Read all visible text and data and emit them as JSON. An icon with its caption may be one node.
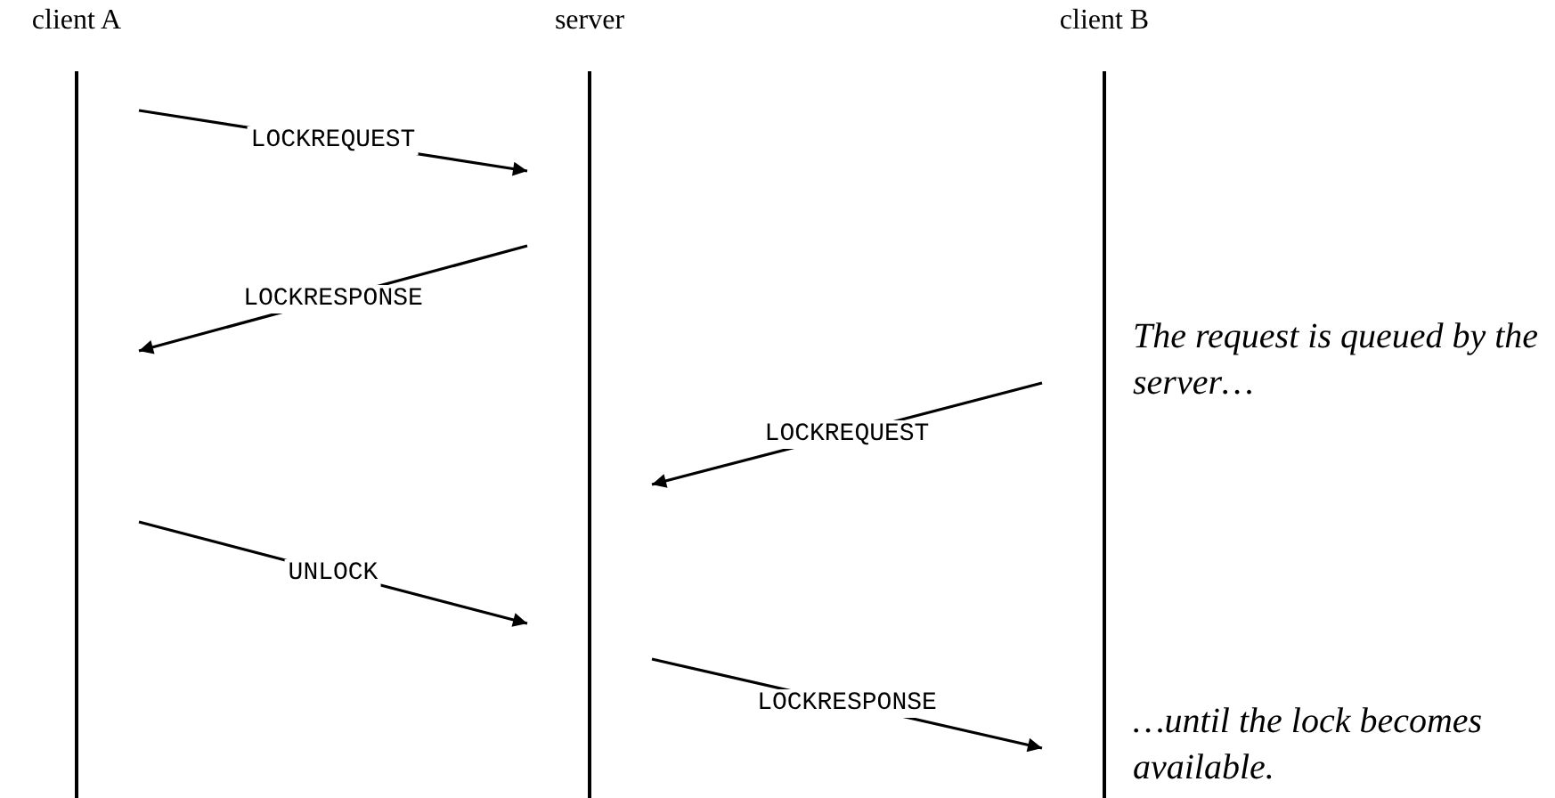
{
  "diagram": {
    "nodes": [
      {
        "text": [
          "client A"
        ]
      },
      {
        "text": [
          "server"
        ]
      },
      {
        "text": [
          "client B"
        ]
      }
    ],
    "edges": [
      {
        "from": 0,
        "to": 1,
        "arrow": "to",
        "label": "LOCKREQUEST"
      },
      {
        "from": 1,
        "to": 0,
        "arrow": "to",
        "label": "LOCKRESPONSE"
      },
      {
        "from": 2,
        "to": 1,
        "arrow": "to",
        "label": "LOCKREQUEST"
      },
      {
        "from": 0,
        "to": 1,
        "arrow": "to",
        "label": "UNLOCK"
      },
      {
        "from": 1,
        "to": 2,
        "arrow": "to",
        "label": "LOCKRESPONSE"
      }
    ],
    "labels": [
      "The request is queued by the server…",
      "…until the lock becomes available."
    ]
  }
}
